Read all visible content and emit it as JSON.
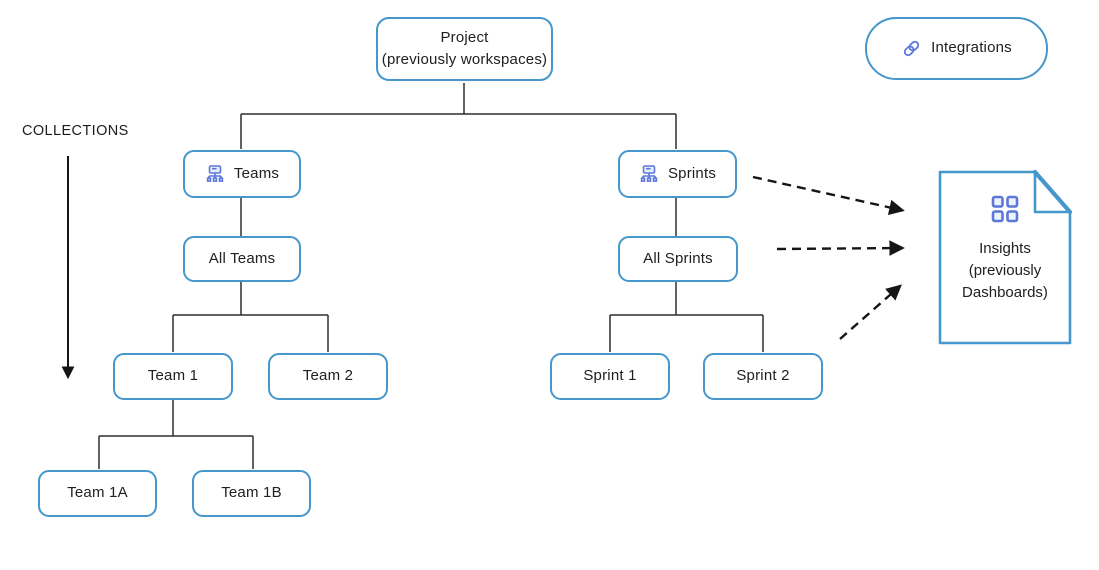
{
  "colors": {
    "box_border": "#4697cb",
    "icon_accent": "#5b77d9",
    "connector": "#2f2f2f",
    "arrow": "#151515",
    "text": "#202020",
    "background": "#ffffff"
  },
  "collections": {
    "label": "COLLECTIONS"
  },
  "nodes": {
    "project": {
      "label": "Project\n(previously workspaces)"
    },
    "integrations": {
      "label": "Integrations",
      "icon": "link-icon"
    },
    "teams": {
      "label": "Teams",
      "icon": "org-hierarchy-icon"
    },
    "all_teams": {
      "label": "All Teams"
    },
    "team_1": {
      "label": "Team 1"
    },
    "team_2": {
      "label": "Team 2"
    },
    "team_1a": {
      "label": "Team 1A"
    },
    "team_1b": {
      "label": "Team 1B"
    },
    "sprints": {
      "label": "Sprints",
      "icon": "org-hierarchy-icon"
    },
    "all_sprints": {
      "label": "All Sprints"
    },
    "sprint_1": {
      "label": "Sprint 1"
    },
    "sprint_2": {
      "label": "Sprint 2"
    },
    "insights": {
      "label": "Insights\n(previously\nDashboards)",
      "icon": "grid-icon"
    }
  }
}
